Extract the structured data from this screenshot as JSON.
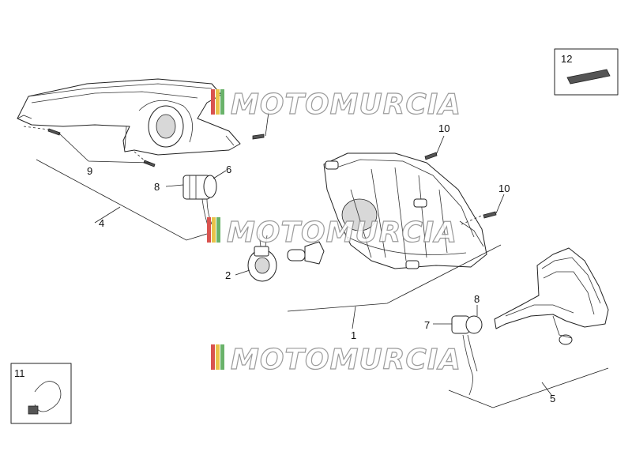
{
  "watermark": {
    "text": "MOTOMURCIA",
    "stripe_colors": [
      "#d9534f",
      "#e8c34a",
      "#6ab36a"
    ]
  },
  "callouts": [
    "1",
    "2",
    "4",
    "5",
    "6",
    "7",
    "8",
    "8",
    "9",
    "10",
    "10",
    "11",
    "12"
  ]
}
